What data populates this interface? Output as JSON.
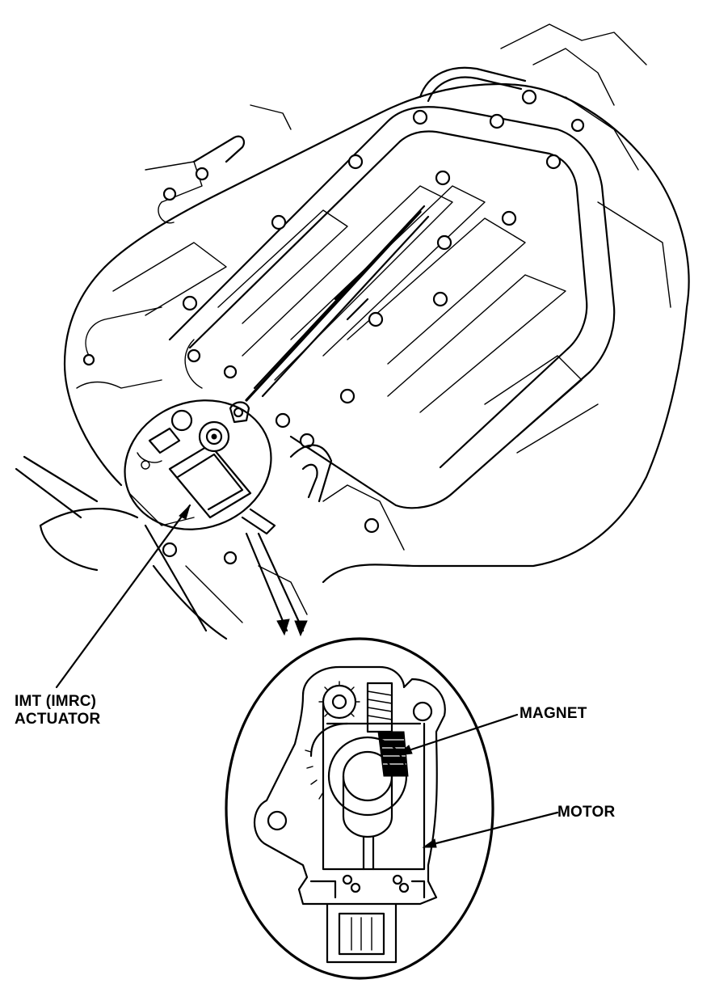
{
  "labels": {
    "actuator_line1": "IMT (IMRC)",
    "actuator_line2": "ACTUATOR",
    "magnet": "MAGNET",
    "motor": "MOTOR"
  }
}
